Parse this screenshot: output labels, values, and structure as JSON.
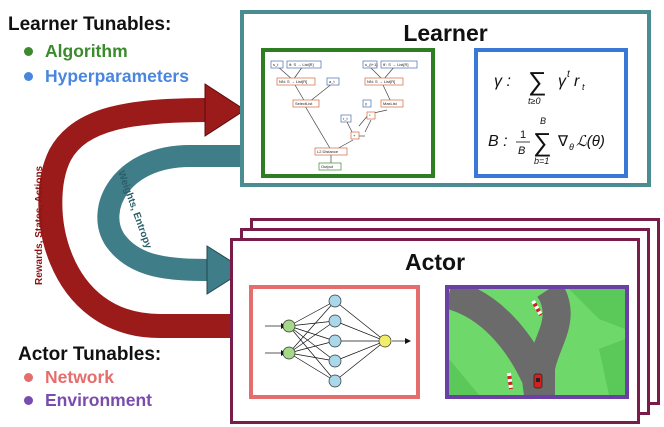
{
  "learner_tunables": {
    "heading": "Learner Tunables:",
    "items": [
      {
        "label": "Algorithm",
        "color": "#3b8a2e"
      },
      {
        "label": "Hyperparameters",
        "color": "#4a86e0"
      }
    ]
  },
  "actor_tunables": {
    "heading": "Actor Tunables:",
    "items": [
      {
        "label": "Network",
        "color": "#e46d6d"
      },
      {
        "label": "Environment",
        "color": "#7a4cae"
      }
    ]
  },
  "learner": {
    "title": "Learner",
    "border_color": "#4b8c93",
    "graph_border_color": "#2f7d22",
    "math_border_color": "#3a78d8",
    "graph_nodes": {
      "n1": "s_t",
      "n2": "θ: S → List[R]",
      "n3": "s_{t+1}",
      "n4": "θ': S → List[R]",
      "n5": "NN: S → List[R]",
      "n6": "a_t",
      "n7": "NN: S → List[R]",
      "n8": "SelectList",
      "n9": "γ",
      "n10": "MaxList",
      "n11": "r_t",
      "n12": "*",
      "n13": "+",
      "n14": "L2 Distance",
      "n15": "Output"
    },
    "eq1": {
      "lhs": "γ :",
      "sub": "t≥0",
      "term": "γ",
      "sup": "t",
      "tail": "r",
      "tail_sub": "t"
    },
    "eq2": {
      "lhs": "B :",
      "frac_num": "1",
      "frac_den": "B",
      "sum_top": "B",
      "sum_bot": "b=1",
      "grad": "∇",
      "grad_sub": "θ",
      "loss": "ℒ(θ)"
    }
  },
  "actor": {
    "title": "Actor",
    "border_color": "#7a1c4a",
    "net_border_color": "#e46d6d",
    "env_border_color": "#6c3fa6"
  },
  "arrows": {
    "outer_label": "Rewards, States, Actions",
    "outer_color": "#9b1b1b",
    "inner_label": "Weights, Entropy",
    "inner_color": "#3f7d89"
  }
}
